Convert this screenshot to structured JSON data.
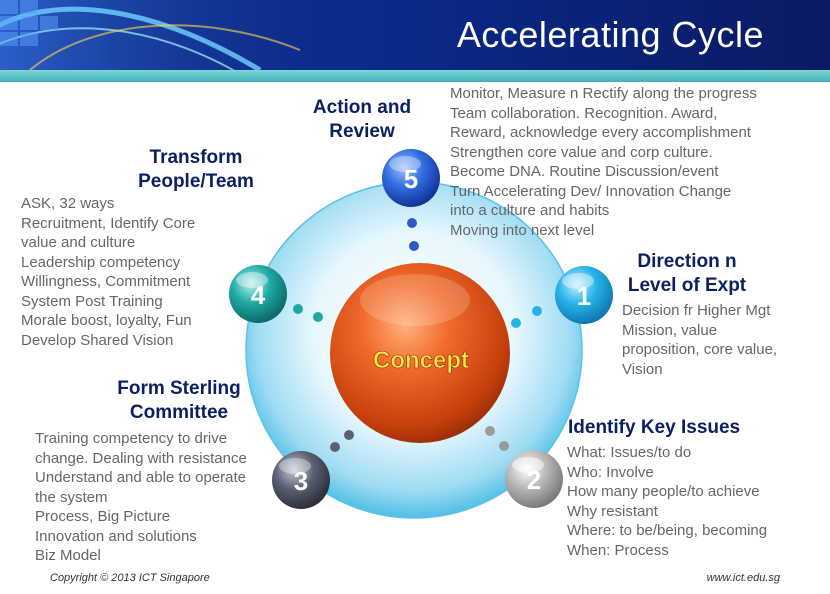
{
  "header": {
    "title": "Accelerating Cycle"
  },
  "center": {
    "label": "Concept"
  },
  "steps": [
    {
      "number": "1",
      "title": "Direction n Level of Expt",
      "description": "Decision fr Higher Mgt\nMission, value\nproposition, core value,\nVision"
    },
    {
      "number": "2",
      "title": "Identify Key Issues",
      "description": "What: Issues/to do\nWho: Involve\nHow many people/to achieve\nWhy resistant\nWhere: to be/being, becoming\nWhen: Process"
    },
    {
      "number": "3",
      "title": "Form Sterling Committee",
      "description": "Training competency to drive\nchange. Dealing with resistance\nUnderstand and able to operate\nthe system\nProcess, Big Picture\nInnovation and solutions\nBiz Model"
    },
    {
      "number": "4",
      "title": "Transform People/Team",
      "description": "ASK, 32 ways\nRecruitment, Identify Core\nvalue and culture\nLeadership competency\nWillingness, Commitment\nSystem Post Training\nMorale boost, loyalty, Fun\nDevelop Shared Vision"
    },
    {
      "number": "5",
      "title": "Action and Review",
      "description": "Monitor, Measure n Rectify along the progress\nTeam collaboration. Recognition. Award,\nReward, acknowledge every accomplishment\nStrengthen core value and corp culture.\nBecome DNA. Routine Discussion/event\nTurn Accelerating Dev/ Innovation Change\ninto a culture and habits\nMoving into next level"
    }
  ],
  "footer": {
    "copyright": "Copyright © 2013 ICT Singapore",
    "website": "www.ict.edu.sg"
  },
  "colors": {
    "header": "#0b1f6e",
    "band": "#4fc0c4",
    "title_text": "#0b1f63",
    "desc_text": "#666666",
    "concept_fill": "#e8571f",
    "concept_text": "#f5e64a"
  }
}
